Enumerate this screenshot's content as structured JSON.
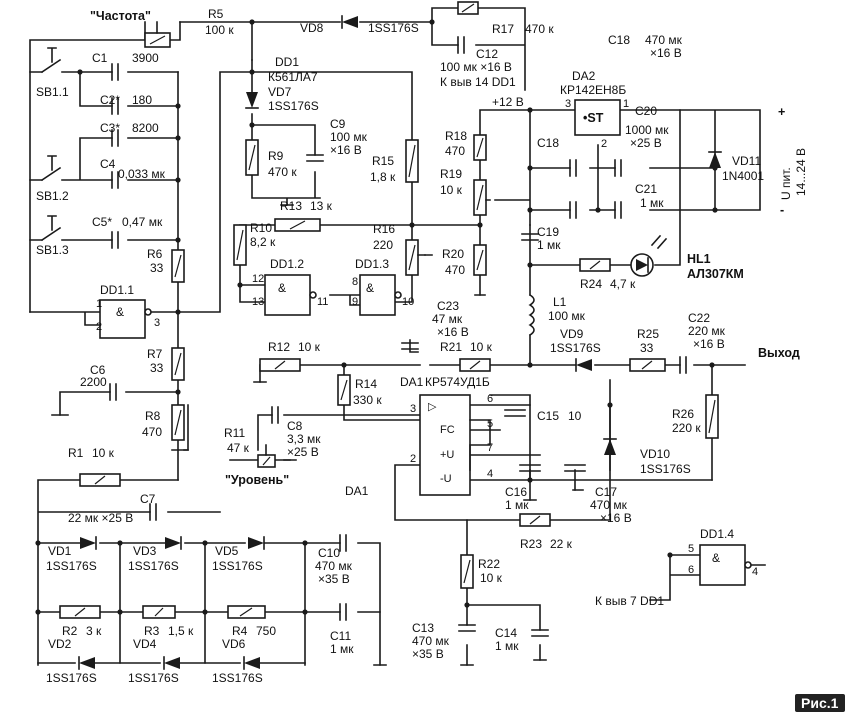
{
  "figure": {
    "label": "Рис.1"
  },
  "switches": {
    "sb11": "SB1.1",
    "sb12": "SB1.2",
    "sb13": "SB1.3"
  },
  "chips": {
    "dd1": "DD1",
    "dd1_type": "К561ЛА7",
    "dd11": "DD1.1",
    "dd12": "DD1.2",
    "dd13": "DD1.3",
    "dd14": "DD1.4",
    "da1": "DA1",
    "da1_type": "КР574УД1Б",
    "da1_mid": "DA1",
    "da2": "DA2",
    "da2_type": "КР142ЕН8Б",
    "da2_st": "•ST"
  },
  "gate_pins": {
    "g1_1": "1",
    "g1_2": "2",
    "g1_3": "3",
    "g2_12": "12",
    "g2_13": "13",
    "g2_11": "11",
    "g3_8": "8",
    "g3_9": "9",
    "g3_10": "10",
    "g4_5": "5",
    "g4_6": "6",
    "g4_4": "4"
  },
  "opamp_pins": {
    "p3": "3",
    "p2": "2",
    "p6": "6",
    "p5": "5",
    "p7": "7",
    "p4": "4",
    "fc": "FC",
    "pu": "+U",
    "mu": "-U",
    "tri": "▷"
  },
  "reg_pins": {
    "p3": "3",
    "p1": "1",
    "p2": "2"
  },
  "resistors": {
    "r1": "R1",
    "r1_v": "10 к",
    "r2": "R2",
    "r2_v": "3 к",
    "r3": "R3",
    "r3_v": "1,5 к",
    "r4": "R4",
    "r4_v": "750",
    "r5": "R5",
    "r5_v": "100 к",
    "r6": "R6",
    "r6_v": "33",
    "r7": "R7",
    "r7_v": "33",
    "r8": "R8",
    "r8_v": "470",
    "r9": "R9",
    "r9_v": "470 к",
    "r10": "R10",
    "r10_v": "8,2 к",
    "r11": "R11",
    "r11_v": "47 к",
    "r12": "R12",
    "r12_v": "10 к",
    "r13": "R13",
    "r13_v": "13 к",
    "r14": "R14",
    "r14_v": "330 к",
    "r15": "R15",
    "r15_v": "1,8 к",
    "r16": "R16",
    "r16_v": "220",
    "r17": "R17",
    "r17_v": "470 к",
    "r18": "R18",
    "r18_v": "470",
    "r19": "R19",
    "r19_v": "10 к",
    "r20": "R20",
    "r20_v": "470",
    "r21": "R21",
    "r21_v": "10 к",
    "r22": "R22",
    "r22_v": "10 к",
    "r23": "R23",
    "r23_v": "22 к",
    "r24": "R24",
    "r24_v": "4,7 к",
    "r25": "R25",
    "r25_v": "33",
    "r26": "R26",
    "r26_v": "220 к"
  },
  "capacitors": {
    "c1": "C1",
    "c1_v": "3900",
    "c2": "C2*",
    "c2_v": "180",
    "c3": "C3*",
    "c3_v": "8200",
    "c4": "C4",
    "c4_v": "0,033 мк",
    "c5": "C5*",
    "c5_v": "0,47 мк",
    "c6": "C6",
    "c6_v": "2200",
    "c7": "C7",
    "c7_v": "22 мк ×25 В",
    "c8": "C8",
    "c8_v1": "3,3 мк",
    "c8_v2": "×25 В",
    "c9": "C9",
    "c9_v1": "100 мк",
    "c9_v2": "×16 В",
    "c10": "C10",
    "c10_v1": "470 мк",
    "c10_v2": "×35 В",
    "c11": "C11",
    "c11_v": "1 мк",
    "c12": "C12",
    "c12_v": "100 мк ×16 В",
    "c13": "C13",
    "c13_v1": "470 мк",
    "c13_v2": "×35 В",
    "c14": "C14",
    "c14_v": "1 мк",
    "c15": "C15",
    "c15_v": "10",
    "c16": "C16",
    "c16_v": "1 мк",
    "c17": "C17",
    "c17_v1": "470 мк",
    "c17_v2": "×16 В",
    "c18a": "C18",
    "c18a_v1": "470 мк",
    "c18a_v2": "×16 В",
    "c18b": "C18",
    "c19": "C19",
    "c19_v": "1 мк",
    "c20": "C20",
    "c20_v1": "1000 мк",
    "c20_v2": "×25 В",
    "c21": "C21",
    "c21_v": "1 мк",
    "c22": "C22",
    "c22_v1": "220 мк",
    "c22_v2": "×16 В",
    "c23": "C23",
    "c23_v1": "47 мк",
    "c23_v2": "×16 В"
  },
  "diodes": {
    "vd1": "VD1",
    "vd1_t": "1SS176S",
    "vd2": "VD2",
    "vd2_t": "1SS176S",
    "vd3": "VD3",
    "vd3_t": "1SS176S",
    "vd4": "VD4",
    "vd4_t": "1SS176S",
    "vd5": "VD5",
    "vd5_t": "1SS176S",
    "vd6": "VD6",
    "vd6_t": "1SS176S",
    "vd7": "VD7",
    "vd7_t": "1SS176S",
    "vd8": "VD8",
    "vd8_t": "1SS176S",
    "vd9": "VD9",
    "vd9_t": "1SS176S",
    "vd10": "VD10",
    "vd10_t": "1SS176S",
    "vd11": "VD11",
    "vd11_t": "1N4001"
  },
  "misc": {
    "hl1": "HL1",
    "hl1_t": "АЛ307КМ",
    "l1": "L1",
    "l1_v": "100 мк",
    "freq": "\"Частота\"",
    "level": "\"Уровень\"",
    "output": "Выход",
    "v12": "+12 В",
    "pin14": "К выв 14 DD1",
    "pin7": "К выв 7 DD1",
    "upit": "U пит.",
    "urange": "14...24 В",
    "plus": "+",
    "minus": "-"
  }
}
